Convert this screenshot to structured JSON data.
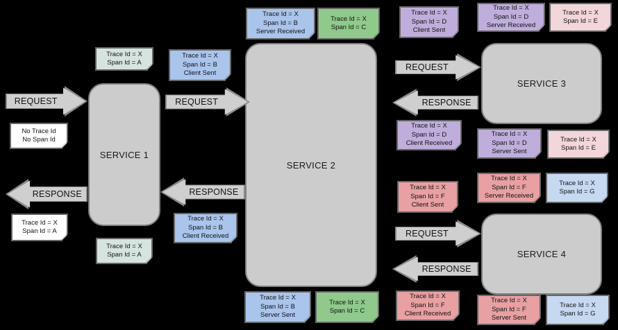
{
  "diagram": {
    "title": "Distributed tracing span propagation across services",
    "background": "#000000",
    "service_fill": "#cccccc",
    "arrow_fill": "#cfcfcf"
  },
  "services": [
    {
      "name": "service-1",
      "label": "SERVICE 1"
    },
    {
      "name": "service-2",
      "label": "SERVICE 2"
    },
    {
      "name": "service-3",
      "label": "SERVICE 3"
    },
    {
      "name": "service-4",
      "label": "SERVICE 4"
    }
  ],
  "arrows": [
    {
      "name": "arrow-client-to-service1-request",
      "label": "REQUEST",
      "direction": "right"
    },
    {
      "name": "arrow-service1-to-client-response",
      "label": "RESPONSE",
      "direction": "left"
    },
    {
      "name": "arrow-service1-to-service2-request",
      "label": "REQUEST",
      "direction": "right"
    },
    {
      "name": "arrow-service2-to-service1-response",
      "label": "RESPONSE",
      "direction": "left"
    },
    {
      "name": "arrow-service2-to-service3-request",
      "label": "REQUEST",
      "direction": "right"
    },
    {
      "name": "arrow-service3-to-service2-response",
      "label": "RESPONSE",
      "direction": "left"
    },
    {
      "name": "arrow-service2-to-service4-request",
      "label": "REQUEST",
      "direction": "right"
    },
    {
      "name": "arrow-service4-to-service2-response",
      "label": "RESPONSE",
      "direction": "left"
    }
  ],
  "notes": [
    {
      "name": "note-inbound-request-no-ids",
      "color": "white",
      "lines": [
        "No Trace Id",
        "No Span Id"
      ]
    },
    {
      "name": "note-service1-span-a-top",
      "color": "mint",
      "lines": [
        "Trace Id = X",
        "Span Id = A"
      ]
    },
    {
      "name": "note-service1-client-sent-b",
      "color": "blue",
      "lines": [
        "Trace Id = X",
        "Span Id = B",
        "Client Sent"
      ]
    },
    {
      "name": "note-service2-server-received-b",
      "color": "blue",
      "lines": [
        "Trace Id = X",
        "Span Id = B",
        "Server Received"
      ]
    },
    {
      "name": "note-service2-span-c-top",
      "color": "green",
      "lines": [
        "Trace Id = X",
        "Span Id = C"
      ]
    },
    {
      "name": "note-service2-client-sent-d",
      "color": "purple",
      "lines": [
        "Trace Id = X",
        "Span Id = D",
        "Client Sent"
      ]
    },
    {
      "name": "note-service3-server-received-d",
      "color": "purple",
      "lines": [
        "Trace Id = X",
        "Span Id = D",
        "Server Received"
      ]
    },
    {
      "name": "note-service3-span-e-top",
      "color": "pink",
      "lines": [
        "Trace Id = X",
        "Span Id = E"
      ]
    },
    {
      "name": "note-outbound-response-span-a",
      "color": "white",
      "lines": [
        "Trace Id = X",
        "Span Id = A"
      ]
    },
    {
      "name": "note-service1-span-a-bottom",
      "color": "mint",
      "lines": [
        "Trace Id = X",
        "Span Id = A"
      ]
    },
    {
      "name": "note-service1-client-received-b",
      "color": "blue",
      "lines": [
        "Trace Id = X",
        "Span Id = B",
        "Client Received"
      ]
    },
    {
      "name": "note-service2-client-received-d",
      "color": "purple",
      "lines": [
        "Trace Id = X",
        "Span Id = D",
        "Client Received"
      ]
    },
    {
      "name": "note-service3-server-sent-d",
      "color": "purple",
      "lines": [
        "Trace Id = X",
        "Span Id = D",
        "Server Sent"
      ]
    },
    {
      "name": "note-service3-span-e-bottom",
      "color": "pink",
      "lines": [
        "Trace Id = X",
        "Span Id = E"
      ]
    },
    {
      "name": "note-service2-client-sent-f",
      "color": "red",
      "lines": [
        "Trace Id = X",
        "Span Id = F",
        "Client Sent"
      ]
    },
    {
      "name": "note-service4-server-received-f",
      "color": "red",
      "lines": [
        "Trace Id = X",
        "Span Id = F",
        "Server Received"
      ]
    },
    {
      "name": "note-service4-span-g-top",
      "color": "lblue",
      "lines": [
        "Trace Id = X",
        "Span Id = G"
      ]
    },
    {
      "name": "note-service2-client-received-f",
      "color": "red",
      "lines": [
        "Trace Id = X",
        "Span Id = F",
        "Client Received"
      ]
    },
    {
      "name": "note-service2-server-sent-b",
      "color": "blue",
      "lines": [
        "Trace Id = X",
        "Span Id = B",
        "Server Sent"
      ]
    },
    {
      "name": "note-service2-span-c-bottom",
      "color": "green",
      "lines": [
        "Trace Id = X",
        "Span Id = C"
      ]
    },
    {
      "name": "note-service4-server-sent-f",
      "color": "red",
      "lines": [
        "Trace Id = X",
        "Span Id = F",
        "Server Sent"
      ]
    },
    {
      "name": "note-service4-span-g-bottom",
      "color": "lblue",
      "lines": [
        "Trace Id = X",
        "Span Id = G"
      ]
    }
  ]
}
